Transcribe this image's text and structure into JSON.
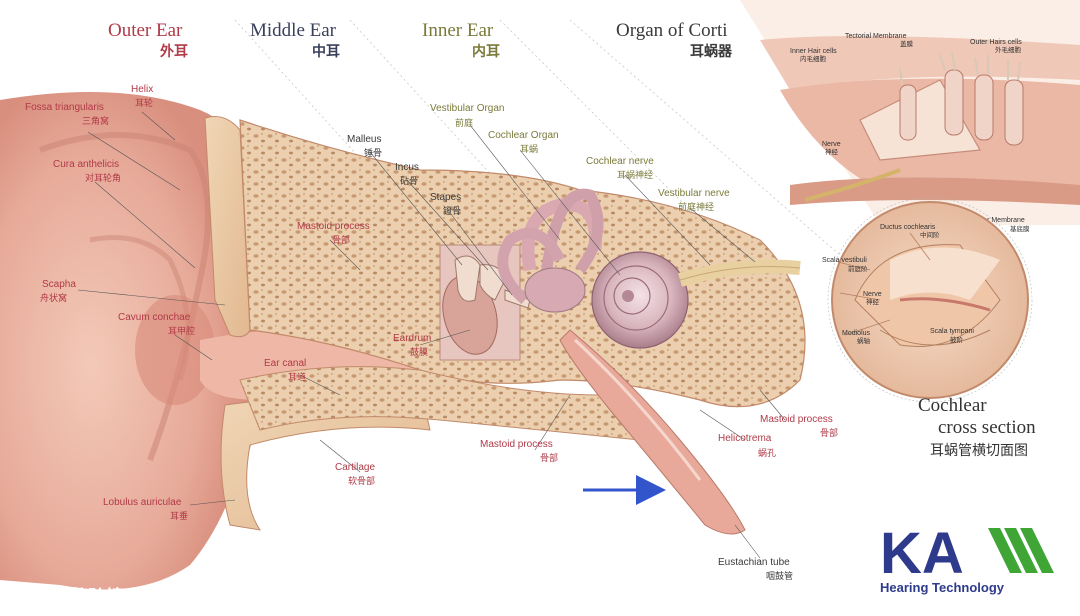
{
  "headers": {
    "outer": {
      "en": "Outer Ear",
      "zh": "外耳",
      "color": "#b03a48"
    },
    "middle": {
      "en": "Middle Ear",
      "zh": "中耳",
      "color": "#3a3f5c"
    },
    "inner": {
      "en": "Inner Ear",
      "zh": "内耳",
      "color": "#7a7a3a"
    },
    "corti": {
      "en": "Organ of Corti",
      "zh": "耳蜗器",
      "color": "#3a3a3a"
    }
  },
  "labels": {
    "helix": {
      "en": "Helix",
      "zh": "耳轮"
    },
    "fossa": {
      "en": "Fossa triangularis",
      "zh": "三角窝"
    },
    "cura": {
      "en": "Cura anthelicis",
      "zh": "对耳轮角"
    },
    "scapha": {
      "en": "Scapha",
      "zh": "舟状窝"
    },
    "cavum": {
      "en": "Cavum conchae",
      "zh": "耳甲腔"
    },
    "ear_canal": {
      "en": "Ear canal",
      "zh": "耳道"
    },
    "mastoid_upper": {
      "en": "Mastoid process",
      "zh": "骨部"
    },
    "malleus": {
      "en": "Malleus",
      "zh": "锤骨"
    },
    "incus": {
      "en": "Incus",
      "zh": "砧骨"
    },
    "stapes": {
      "en": "Stapes",
      "zh": "镫骨"
    },
    "vestibular_organ": {
      "en": "Vestibular Organ",
      "zh": "前庭"
    },
    "cochlear_organ": {
      "en": "Cochlear Organ",
      "zh": "耳蜗"
    },
    "cochlear_nerve": {
      "en": "Cochlear nerve",
      "zh": "耳蜗神经"
    },
    "vestibular_nerve": {
      "en": "Vestibular nerve",
      "zh": "前庭神经"
    },
    "eardrum": {
      "en": "Eardrum",
      "zh": "鼓膜"
    },
    "mastoid_mid": {
      "en": "Mastoid process",
      "zh": "骨部"
    },
    "mastoid_right": {
      "en": "Mastoid process",
      "zh": "骨部"
    },
    "helicotrema": {
      "en": "Helicotrema",
      "zh": "蜗孔"
    },
    "cartilage": {
      "en": "Cartilage",
      "zh": "软骨部"
    },
    "lobulus": {
      "en": "Lobulus auriculae",
      "zh": "耳垂"
    },
    "eustachian": {
      "en": "Eustachian tube",
      "zh": "咽鼓管"
    }
  },
  "corti": {
    "tectorial": {
      "en": "Tectorial Membrane",
      "zh": "盖膜"
    },
    "inner_hair": {
      "en": "Inner Hair cells",
      "zh": "内毛细胞"
    },
    "outer_hair": {
      "en": "Outer Hairs cells",
      "zh": "外毛细胞"
    },
    "nerve": {
      "en": "Nerve",
      "zh": "神经"
    },
    "basilar": {
      "en": "Basilar Membrane",
      "zh": "基底膜"
    }
  },
  "cross_section": {
    "ductus": {
      "en": "Ductus cochlearis",
      "zh": "中间阶"
    },
    "scala_vestibuli": {
      "en": "Scala vestibuli",
      "zh": "前庭阶"
    },
    "nerve": {
      "en": "Nerve",
      "zh": "神经"
    },
    "modiolus": {
      "en": "Modiolus",
      "zh": "蜗轴"
    },
    "scala_tympani": {
      "en": "Scala tympani",
      "zh": "鼓阶"
    },
    "title_line1": "Cochlear",
    "title_line2": "cross section",
    "title_zh": "耳蜗管横切面图"
  },
  "brand": {
    "logo_text": "KA",
    "tagline": "Hearing Technology",
    "color_blue": "#2e3a8c",
    "color_green": "#3fa535"
  },
  "watermark": "大数跨境",
  "colors": {
    "label_red": "#b03a48",
    "label_dark": "#3a3a3a",
    "arrow": "#3355cc",
    "skin": "#e8b4a4",
    "bone": "#e9c9a4"
  }
}
